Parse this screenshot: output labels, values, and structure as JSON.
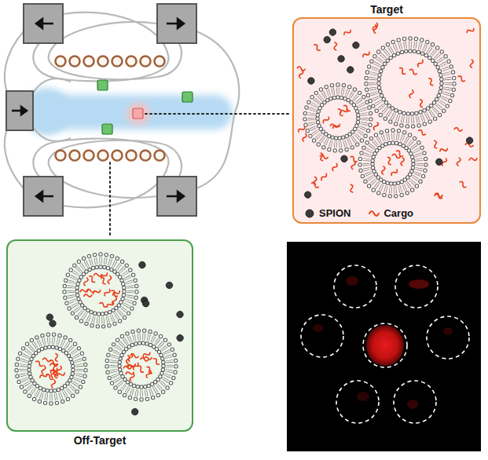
{
  "diagram": {
    "nodes": [
      {
        "text": [
          "Target"
        ]
      },
      {
        "text": [
          "Off-Target"
        ]
      }
    ],
    "legend": [
      {
        "text": "SPION"
      },
      {
        "text": "Cargo"
      }
    ]
  }
}
